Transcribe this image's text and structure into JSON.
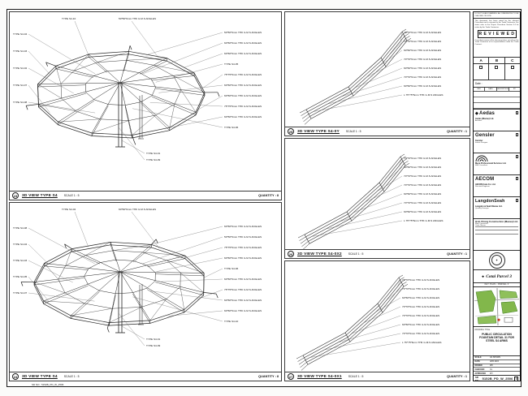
{
  "sheet": {
    "footer_text": "SD NO : 5152B_PD_W_2506"
  },
  "icons": {
    "aedas_mark": "◆",
    "ornament": "❖",
    "seal_glyph": "✦"
  },
  "panels": [
    {
      "num": "23",
      "title": "3D VIEW TYPE S4",
      "scale": "SCALE 1 : 5",
      "qty": "QUANTITY : 8",
      "labels_top": [
        "TYPE S4-10",
        "50*50*6mm THK G.M.S ANGLES"
      ],
      "labels_left": [
        "TYPE S4-04",
        "TYPE S4-03",
        "TYPE S4-02",
        "TYPE S4-07",
        "TYPE S4-08"
      ],
      "labels_right": [
        "50*50*6mm THK G.M.S ANGLES",
        "60*60*6mm THK G.M.S ANGLES",
        "60*60*6mm THK G.M.S ANGLES",
        "TYPE S4-05",
        "75*75*6mm THK G.M.S ANGLES",
        "60*60*6mm THK G.M.S ANGLES",
        "60*60*6mm THK G.M.S ANGLES",
        "75*75*6mm THK G.M.S ANGLES",
        "60*60*6mm THK G.M.S ANGLES",
        "TYPE S4-06"
      ],
      "labels_bottom": [
        "TYPE S4-01",
        "TYPE S4-09"
      ]
    },
    {
      "num": "24",
      "title": "3D VIEW TYPE S4",
      "scale": "SCALE 1 : 5",
      "qty": "QUANTITY : 8",
      "labels_top": [
        "TYPE S4-02",
        "60*60*6mm THK G.M.S ANGLES"
      ],
      "labels_left": [
        "TYPE S4-08",
        "TYPE S4-04",
        "TYPE S4-03",
        "TYPE S4-05",
        "TYPE S4-07"
      ],
      "labels_right": [
        "60*60*6mm THK G.M.S ANGLES",
        "50*50*6mm THK G.M.S ANGLES",
        "75*75*6mm THK G.M.S ANGLES",
        "60*60*6mm THK G.M.S ANGLES",
        "TYPE S4-06",
        "60*60*6mm THK G.M.S ANGLES",
        "75*75*6mm THK G.M.S ANGLES",
        "60*60*6mm THK G.M.S ANGLES",
        "60*60*6mm THK G.M.S ANGLES",
        "TYPE S4-10"
      ],
      "labels_bottom": [
        "TYPE S4-01",
        "TYPE S4-09"
      ]
    },
    {
      "num": "25",
      "title": "3D VIEW TYPE S4-0Y",
      "scale": "SCALE 1 : 5",
      "qty": "QUANTITY : 1",
      "labels_right": [
        "70*70*6mm THK G.M.S ANGLES",
        "70*70*6mm THK G.M.S ANGLES",
        "60*60*6mm THK G.M.S ANGLES",
        "70*70*6mm THK G.M.S ANGLES",
        "60*60*6mm THK G.M.S ANGLES",
        "70*70*6mm THK G.M.S ANGLES",
        "60*60*6mm THK G.M.S ANGLES",
        "L 75*75*6mm THK G.M.S ANGLES"
      ]
    },
    {
      "num": "26",
      "title": "3D VIEW TYPE S4-0X2",
      "scale": "SCALE 1 : 5",
      "qty": "QUANTITY : 1",
      "labels_right": [
        "70*70*6mm THK G.M.S ANGLES",
        "60*60*6mm THK G.M.S ANGLES",
        "70*70*6mm THK G.M.S ANGLES",
        "70*70*6mm THK G.M.S ANGLES",
        "60*60*6mm THK G.M.S ANGLES",
        "70*70*6mm THK G.M.S ANGLES",
        "60*60*6mm THK G.M.S ANGLES",
        "L 75*75*6mm THK G.M.S ANGLES"
      ]
    },
    {
      "num": "27",
      "title": "3D VIEW TYPE S4-0X1",
      "scale": "SCALE 1 : 5",
      "qty": "QUANTITY : 1",
      "labels_right": [
        "70*70*6mm THK G.M.S ANGLES",
        "70*70*6mm THK G.M.S ANGLES",
        "60*60*6mm THK G.M.S ANGLES",
        "70*70*6mm THK G.M.S ANGLES",
        "70*70*6mm THK G.M.S ANGLES",
        "60*60*6mm THK G.M.S ANGLES",
        "70*70*6mm THK G.M.S ANGLES",
        "L 75*75*6mm THK G.M.S ANGLES"
      ]
    }
  ],
  "titleblock": {
    "header_note": "DO NOT SCALE DRAWING. ALL DIMENSIONS TO BE CHECKED ON SITE.",
    "reviewed": {
      "intro": "This document has been noted by the relevant Consultant and is returned to the Trade Contractor. For status refer to the Project Procedure Section 5.4 for action by the Trade Contractor.",
      "stamp": "R E V I E W E D",
      "outro": "Consultant review of this document does not relieve the Trade Contractor of its responsibilities under the Trade Contract."
    },
    "status_cols": [
      "A",
      "B",
      "C"
    ],
    "date_label": "Date :",
    "rev_cols": [
      "REV",
      "DATE",
      "DESCRIPTION",
      "BY"
    ],
    "consultants": [
      {
        "logo": "Aedas",
        "name": "Aedas (Macau) Ltd.",
        "sub": "Architect"
      },
      {
        "logo": "Gensler",
        "name": "Gensler",
        "sub": "Interior Designer"
      },
      {
        "logo": "",
        "name": "Meca Professional Services Ltd.",
        "sub": "M&E Consultant"
      },
      {
        "logo": "AECOM",
        "name": "AECOM Asia Co. Ltd.",
        "sub": "Structural Engineer"
      },
      {
        "logo": "LangdonSeah",
        "name": "Langdon & Seah Macau Ltd.",
        "sub": "Quantity Surveyor"
      }
    ],
    "contractor": {
      "name": "Hsin Chong Construction (Macau) Ltd.",
      "sub1": "Main Contractor",
      "sub2": "Cotai, Macau"
    },
    "project": "Cotai Parcel 3",
    "keyplan_label": "KEY PLAN - PARCEL 3",
    "drawing_title_label": "DRAWING TITLE :",
    "drawing_title": "PUBLIC CIRCULATION FOUNTAIN DETAIL 31 FOR STEEL S4 ARMS",
    "fields": [
      {
        "label": "SCALE",
        "value": "AS SHOWN"
      },
      {
        "label": "DATE",
        "value": "APR 2015"
      },
      {
        "label": "DRAWN",
        "value": "WK"
      },
      {
        "label": "CHECKED",
        "value": "CL"
      },
      {
        "label": "APPROVED",
        "value": "KH"
      }
    ],
    "number_label": "SD NO :",
    "number": "5152B_PD_W_2506",
    "rev": "0"
  },
  "colors": {
    "accent_green": "#82b74b",
    "marker_red": "#c43b21"
  }
}
